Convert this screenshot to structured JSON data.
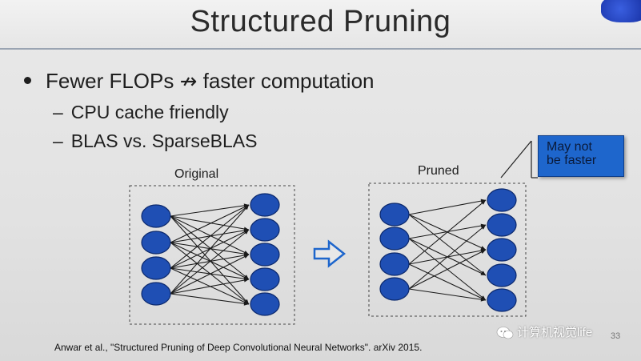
{
  "slide": {
    "title": "Structured Pruning",
    "bullets": [
      {
        "text_before": "Fewer FLOPs ",
        "arrow": "↛",
        "text_after": " faster computation"
      }
    ],
    "sub_bullets": [
      {
        "dash": "–",
        "text": "CPU cache friendly"
      },
      {
        "dash": "–",
        "text": "BLAS vs. SparseBLAS"
      }
    ],
    "diagram": {
      "original_label": "Original",
      "pruned_label": "Pruned",
      "callout_lines": [
        "May not",
        "be faster"
      ]
    },
    "footer": "Anwar et al., \"Structured Pruning of Deep Convolutional Neural Networks\". arXiv 2015.",
    "page_number": "33",
    "watermark": "计算机视觉life"
  },
  "colors": {
    "node_fill": "#1f4fb4",
    "node_stroke": "#0d2a6e",
    "edge": "#1a1a1a",
    "callout": "#1e66cc"
  },
  "icons": {
    "transform_arrow": "hollow-right-arrow-icon",
    "watermark": "wechat-icon"
  }
}
